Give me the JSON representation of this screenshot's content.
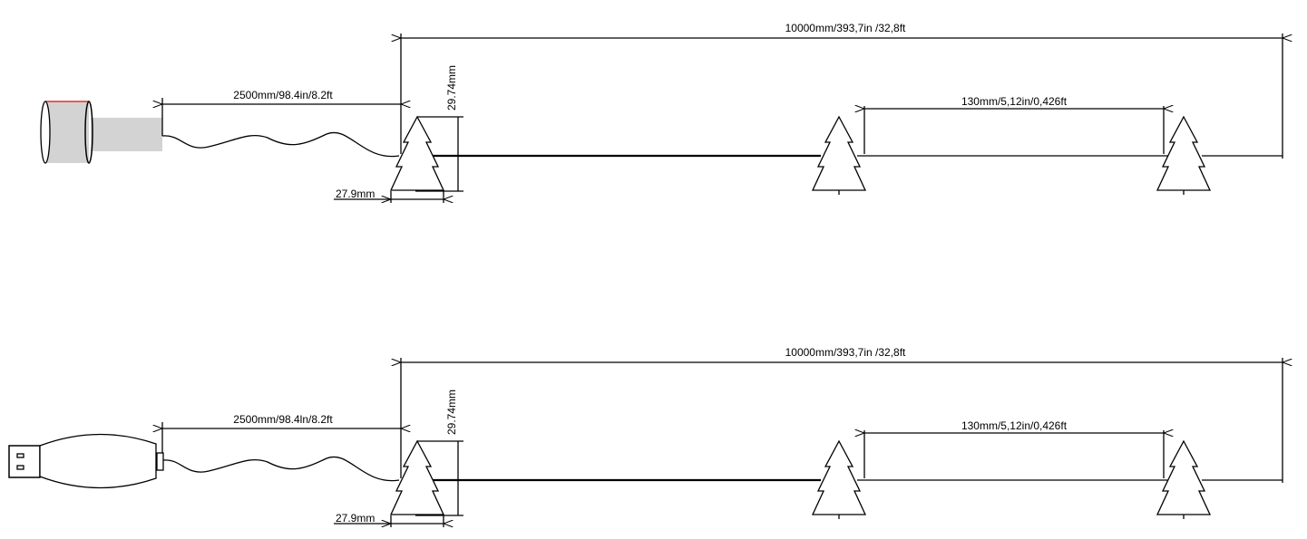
{
  "top_diagram": {
    "plug_type": "barrel-connector",
    "total_length": "10000mm/393,7in /32,8ft",
    "lead_length": "2500mm/98.4in/8.2ft",
    "spacing": "130mm/5,12in/0,426ft",
    "tree_height": "29.74mm",
    "tree_width": "27.9mm"
  },
  "bottom_diagram": {
    "plug_type": "usb-connector",
    "total_length": "10000mm/393,7in /32,8ft",
    "lead_length": "2500mm/98.4ln/8.2ft",
    "spacing": "130mm/5,12in/0,426ft",
    "tree_height": "29.74mm",
    "tree_width": "27.9mm"
  },
  "colors": {
    "line": "#000000",
    "plug_grey": "#d3d3d3",
    "plug_accent": "#e03030"
  }
}
